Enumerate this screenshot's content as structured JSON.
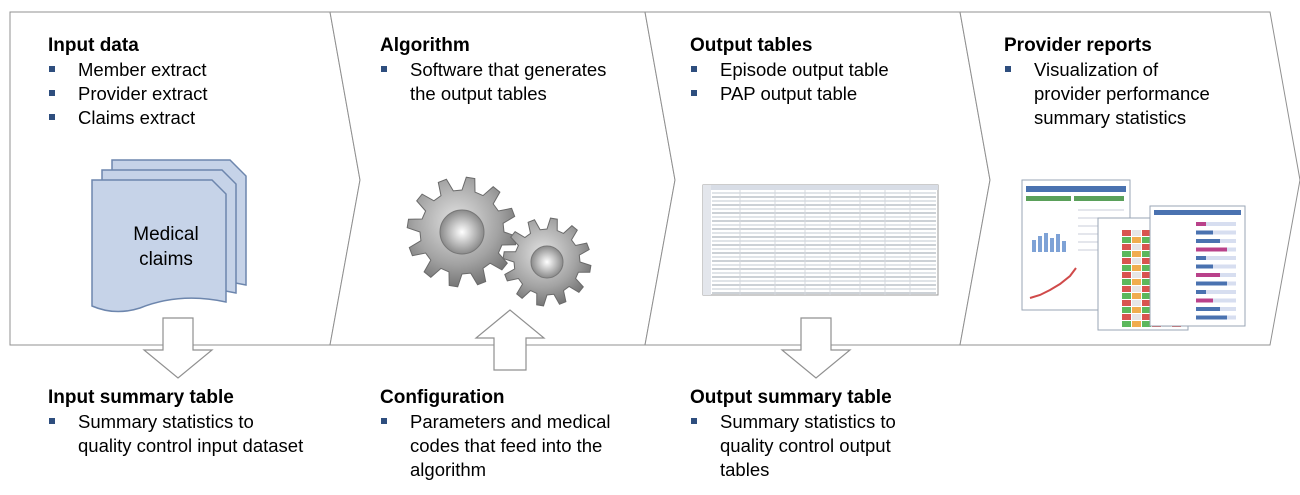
{
  "stages": [
    {
      "title": "Input data",
      "bullets": [
        "Member extract",
        "Provider extract",
        "Claims extract"
      ],
      "graphic_label": "Medical claims",
      "graphic_label_lines": [
        "Medical",
        "claims"
      ]
    },
    {
      "title": "Algorithm",
      "bullets": [
        "Software that generates the output tables"
      ],
      "graphic": "gears-icon"
    },
    {
      "title": "Output tables",
      "bullets": [
        "Episode output table",
        "PAP output table"
      ],
      "graphic": "spreadsheet-thumbnail"
    },
    {
      "title": "Provider reports",
      "bullets": [
        "Visualization of provider performance summary statistics"
      ],
      "graphic": "report-thumbnails"
    }
  ],
  "side_boxes": [
    {
      "title": "Input summary table",
      "bullets": [
        "Summary statistics to quality control input dataset"
      ],
      "arrow": "down"
    },
    {
      "title": "Configuration",
      "bullets": [
        "Parameters and medical codes that feed into the algorithm"
      ],
      "arrow": "up"
    },
    {
      "title": "Output summary table",
      "bullets": [
        "Summary statistics to quality control output tables"
      ],
      "arrow": "down"
    }
  ],
  "colors": {
    "outline": "#888888",
    "bullet": "#2e4e7e",
    "gear": "#9a9a9a",
    "doc_fill": "#c6d3e8",
    "doc_stroke": "#6d86ad"
  }
}
